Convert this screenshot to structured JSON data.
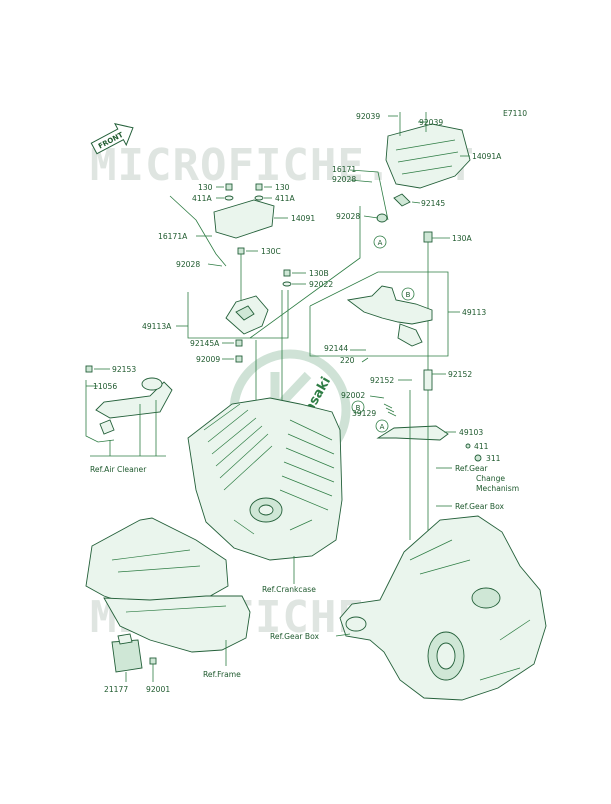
{
  "diagram_code": "E7110",
  "front_label": "FRONT",
  "watermark": "MICROFICHE.NET",
  "brand_mark": "Kawasaki",
  "callout_letters": [
    "A",
    "B"
  ],
  "labels": {
    "l92039a": "92039",
    "l92039b": "92039",
    "l14091A": "14091A",
    "l16171a": "16171",
    "l92028a": "92028",
    "l130a": "130",
    "l411Aa": "411A",
    "l130b": "130",
    "l411Ab": "411A",
    "l14091": "14091",
    "l92028b": "92028",
    "l92145a": "92145",
    "l16171A": "16171A",
    "l130C": "130C",
    "l130A": "130A",
    "l92028c": "92028",
    "l130B": "130B",
    "l92022": "92022",
    "l49113A": "49113A",
    "l49113": "49113",
    "l92145A": "92145A",
    "l92144": "92144",
    "l92009": "92009",
    "l220": "220",
    "l92153": "92153",
    "l92152a": "92152",
    "l92152b": "92152",
    "l11056": "11056",
    "l92002": "92002",
    "l39129": "39129",
    "l49103": "49103",
    "l411": "411",
    "l311": "311",
    "refAir": "Ref.Air Cleaner",
    "refGear1": "Ref.Gear",
    "refGear2": "Change",
    "refGear3": "Mechanism",
    "refGearBox1": "Ref.Gear Box",
    "refCrank": "Ref.Crankcase",
    "refGearBox2": "Ref.Gear Box",
    "refFrame": "Ref.Frame",
    "l21177": "21177",
    "l92001": "92001"
  },
  "colors": {
    "line": "#2e7d44",
    "text": "#1f5a2e",
    "watermark": "#dfe5e1"
  }
}
